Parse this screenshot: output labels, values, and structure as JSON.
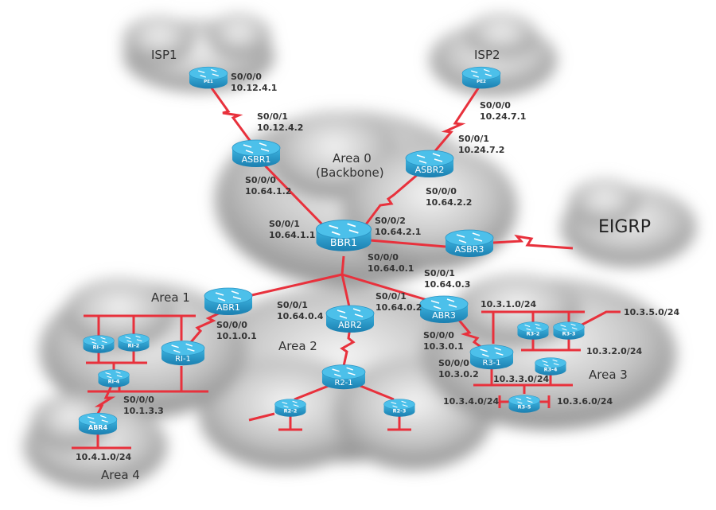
{
  "colors": {
    "link": "#e8313c",
    "router": "#2aa3d3",
    "cloud": "#bdbdbd"
  },
  "areas": {
    "isp1": "ISP1",
    "isp2": "ISP2",
    "area0": "Area 0",
    "backbone": "(Backbone)",
    "eigrp": "EIGRP",
    "area1": "Area 1",
    "area2": "Area 2",
    "area3": "Area 3",
    "area4": "Area 4"
  },
  "routers": {
    "pe1": "PE1",
    "pe2": "PE2",
    "asbr1": "ASBR1",
    "asbr2": "ASBR2",
    "asbr3": "ASBR3",
    "bbr1": "BBR1",
    "abr1": "ABR1",
    "abr2": "ABR2",
    "abr3": "ABR3",
    "abr4": "ABR4",
    "r1_1": "RI-1",
    "r1_2": "RI-2",
    "r1_3": "RI-3",
    "r1_4": "RI-4",
    "r2_1": "R2-1",
    "r2_2": "R2-2",
    "r2_3": "R2-3",
    "r3_1": "R3-1",
    "r3_2": "R3-2",
    "r3_3": "R3-3",
    "r3_4": "R3-4",
    "r3_5": "R3-5"
  },
  "labels": {
    "pe1_if": "S0/0/0",
    "pe1_ip": "10.12.4.1",
    "asbr1_s1": "S0/0/1",
    "asbr1_s1_ip": "10.12.4.2",
    "asbr1_s0": "S0/0/0",
    "asbr1_s0_ip": "10.64.1.2",
    "pe2_if": "S0/0/0",
    "pe2_ip": "10.24.7.1",
    "asbr2_s1": "S0/0/1",
    "asbr2_s1_ip": "10.24.7.2",
    "asbr2_s0": "S0/0/0",
    "asbr2_s0_ip": "10.64.2.2",
    "bbr1_s1": "S0/0/1",
    "bbr1_s1_ip": "10.64.1.1",
    "bbr1_s2": "S0/0/2",
    "bbr1_s2_ip": "10.64.2.1",
    "bbr1_s0": "S0/0/0",
    "bbr1_s0_ip": "10.64.0.1",
    "abr3_s1": "S0/0/1",
    "abr3_s1_ip": "10.64.0.3",
    "abr1_s1": "S0/0/1",
    "abr1_s1_ip": "10.64.0.4",
    "abr2_s1": "S0/0/1",
    "abr2_s1_ip": "10.64.0.2",
    "abr1_s0": "S0/0/0",
    "abr1_s0_ip": "10.1.0.1",
    "r14_s0": "S0/0/0",
    "r14_s0_ip": "10.1.3.3",
    "abr4_net": "10.4.1.0/24",
    "abr3_s0": "S0/0/0",
    "abr3_s0_ip": "10.3.0.1",
    "r31_s0": "S0/0/0",
    "r31_s0_ip": "10.3.0.2",
    "net_3_1": "10.3.1.0/24",
    "net_3_5": "10.3.5.0/24",
    "net_3_2": "10.3.2.0/24",
    "net_3_3": "10.3.3.0/24",
    "net_3_4": "10.3.4.0/24",
    "net_3_6": "10.3.6.0/24"
  }
}
